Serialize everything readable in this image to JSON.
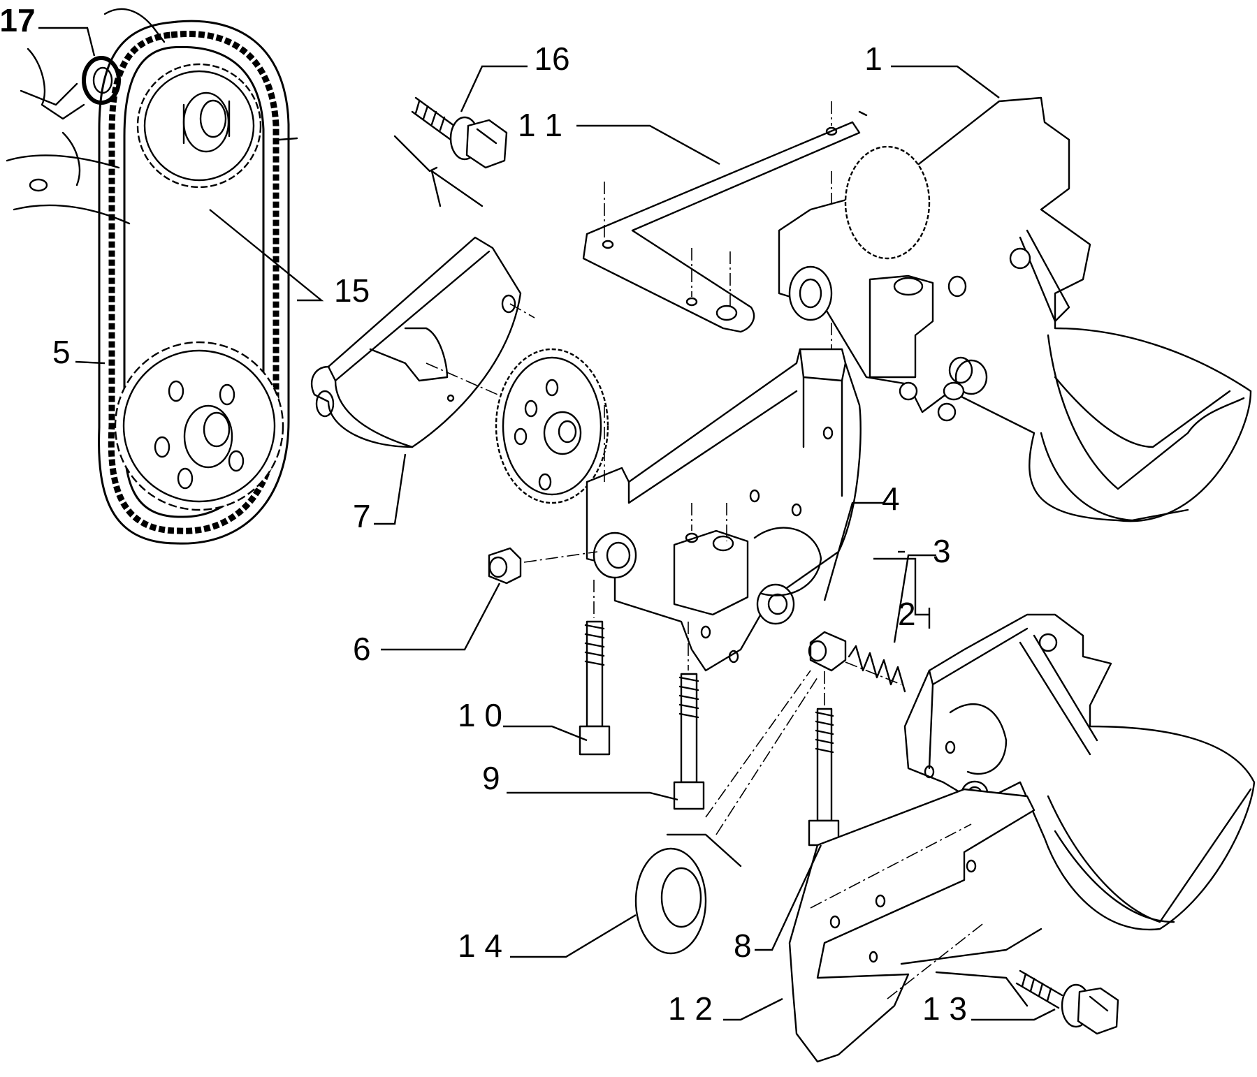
{
  "diagram": {
    "callouts": [
      {
        "id": "c1",
        "text": "1"
      },
      {
        "id": "c2",
        "text": "2"
      },
      {
        "id": "c3",
        "text": "3"
      },
      {
        "id": "c4",
        "text": "4"
      },
      {
        "id": "c5",
        "text": "5"
      },
      {
        "id": "c6",
        "text": "6"
      },
      {
        "id": "c7",
        "text": "7"
      },
      {
        "id": "c8",
        "text": "8"
      },
      {
        "id": "c9",
        "text": "9"
      },
      {
        "id": "c10",
        "text": "1 0"
      },
      {
        "id": "c11",
        "text": "1 1"
      },
      {
        "id": "c12",
        "text": "1 2"
      },
      {
        "id": "c13",
        "text": "1 3"
      },
      {
        "id": "c14",
        "text": "1 4"
      },
      {
        "id": "c15",
        "text": "15"
      },
      {
        "id": "c16",
        "text": "16"
      },
      {
        "id": "c17",
        "text": "17"
      }
    ]
  }
}
